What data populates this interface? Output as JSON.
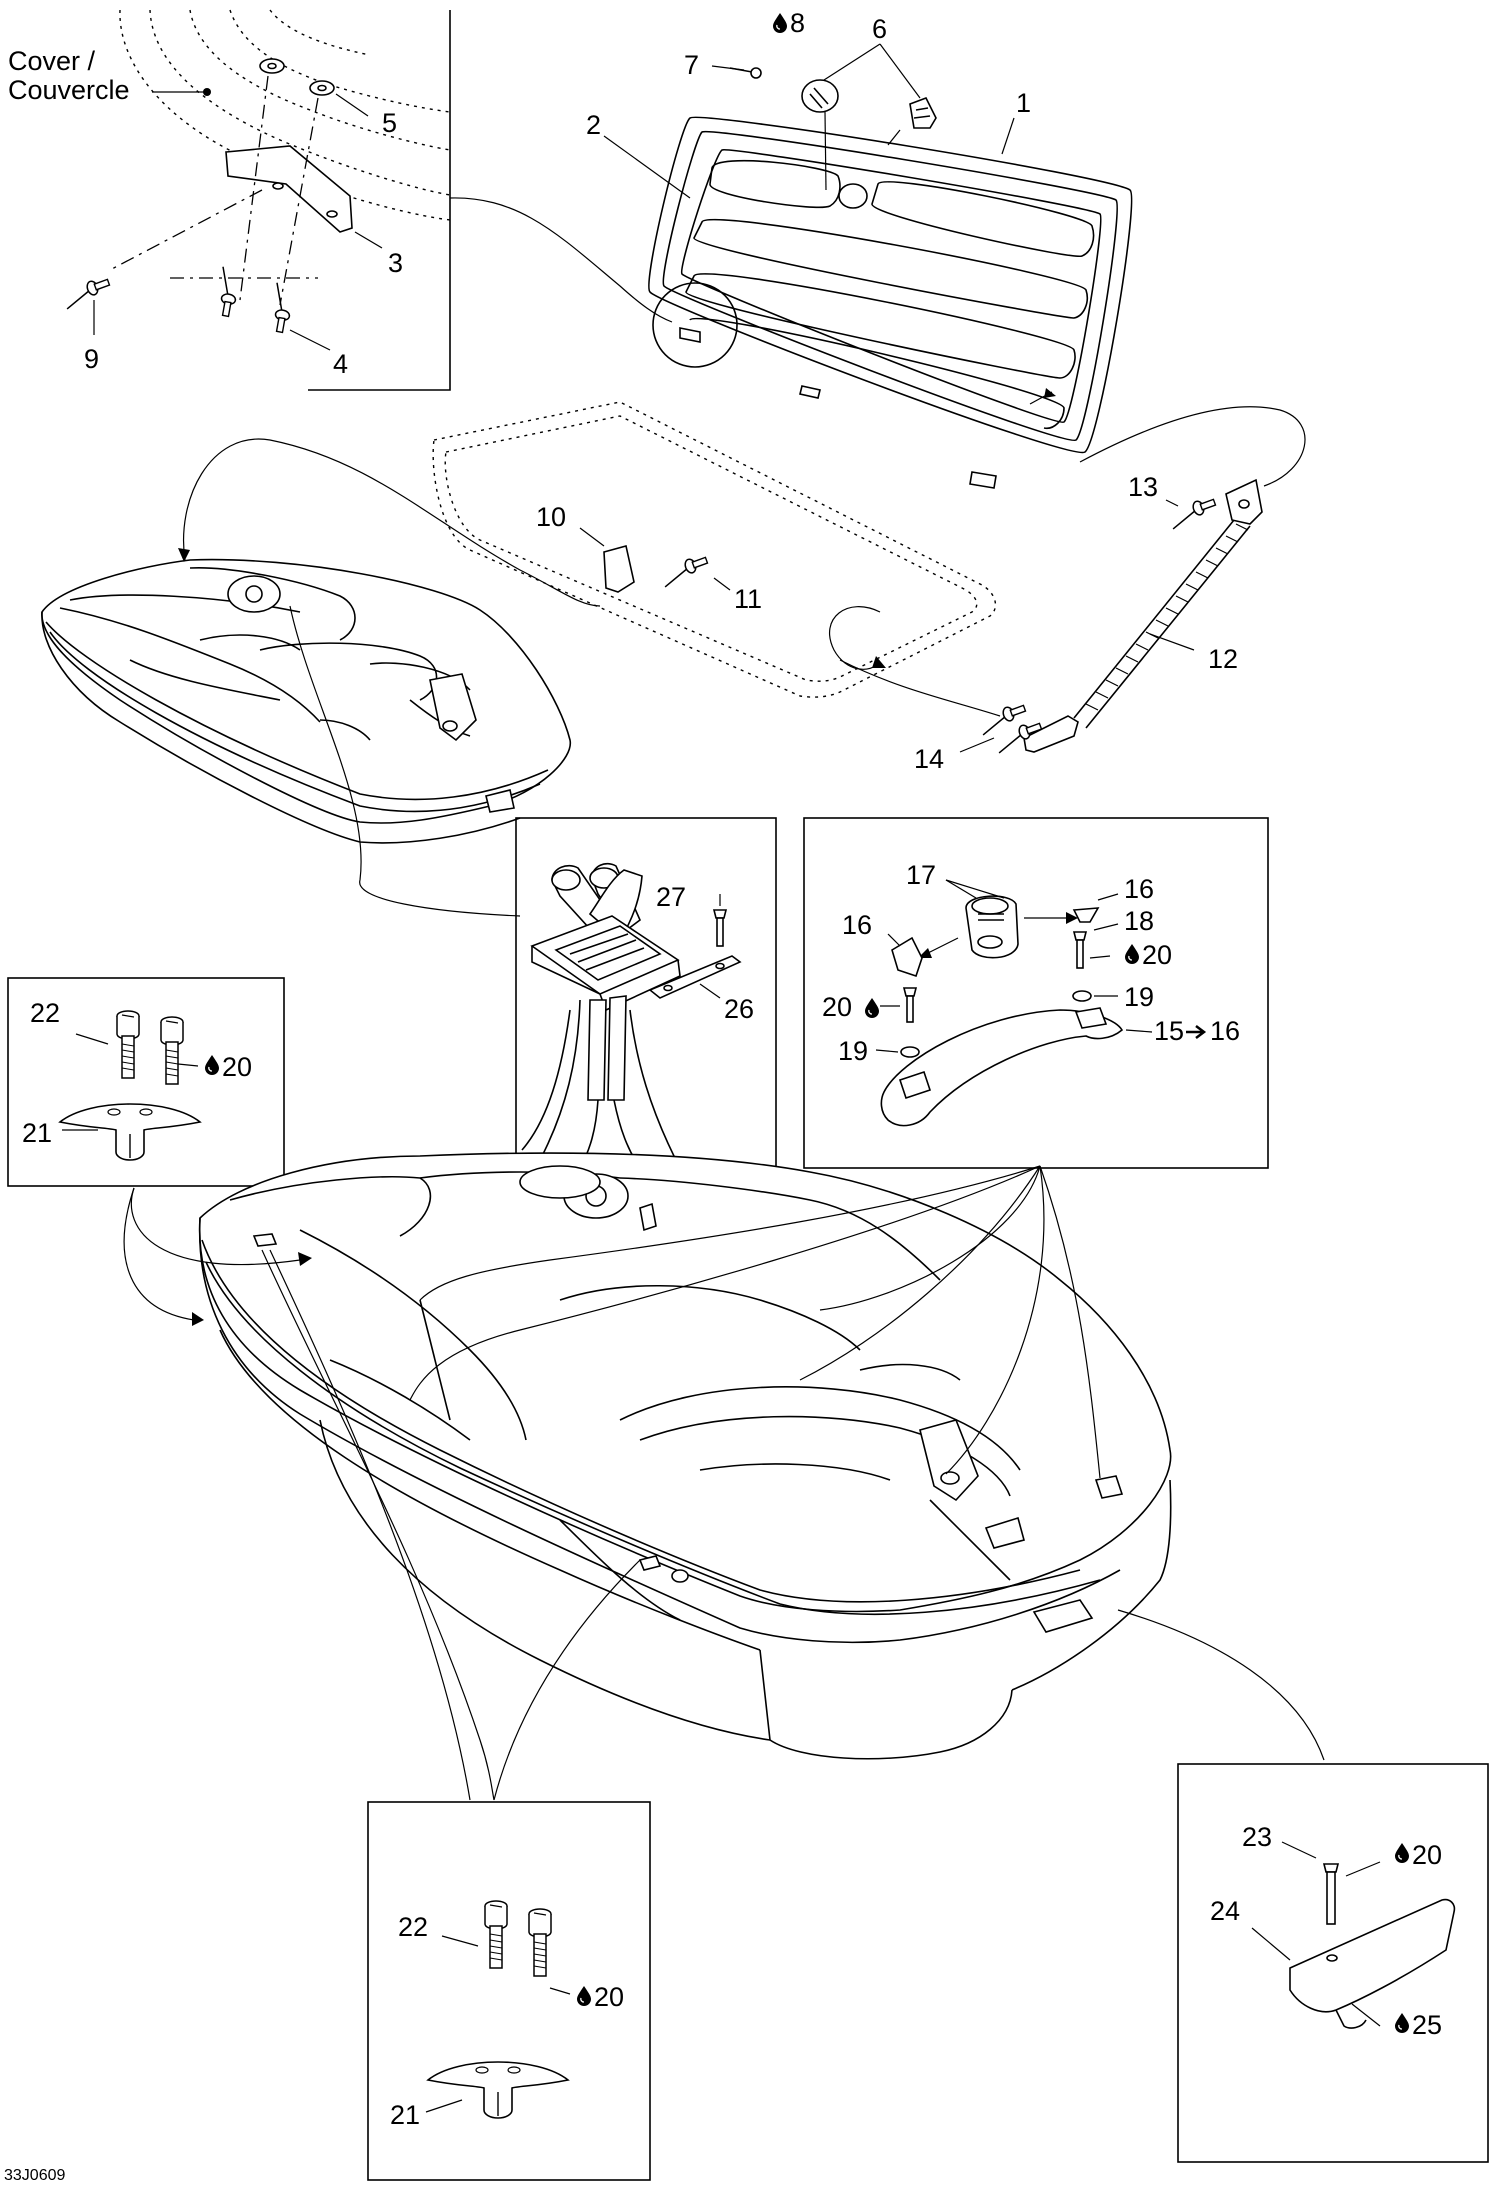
{
  "diagram": {
    "drawing_number": "33J0609",
    "cover_label_en": "Cover /",
    "cover_label_fr": "Couvercle",
    "drop_symbol": "drop-icon",
    "callouts": {
      "c1": "1",
      "c2": "2",
      "c3": "3",
      "c4": "4",
      "c5": "5",
      "c6": "6",
      "c7": "7",
      "c8": "8",
      "c9": "9",
      "c10": "10",
      "c11": "11",
      "c12": "12",
      "c13": "13",
      "c14": "14",
      "c15": "15",
      "c15_ref": "16",
      "c16a": "16",
      "c16b": "16",
      "c17": "17",
      "c18": "18",
      "c19a": "19",
      "c19b": "19",
      "c20a": "20",
      "c20b": "20",
      "c20c": "20",
      "c20d": "20",
      "c20e": "20",
      "c21a": "21",
      "c21b": "21",
      "c22a": "22",
      "c22b": "22",
      "c23": "23",
      "c24": "24",
      "c25": "25",
      "c26": "26",
      "c27": "27"
    }
  }
}
